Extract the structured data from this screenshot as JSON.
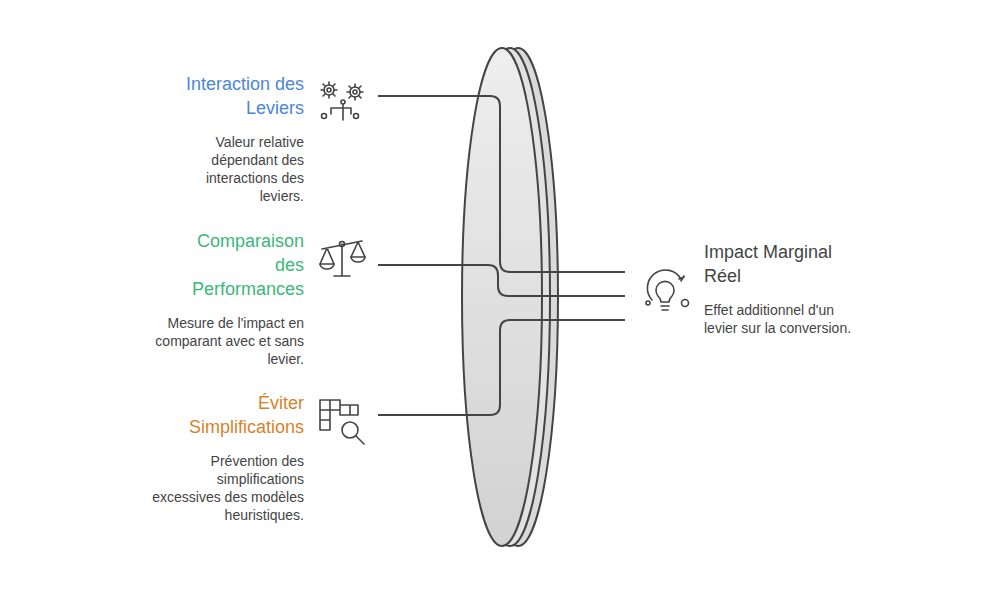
{
  "diagram": {
    "nodes": [
      {
        "text": [
          "Interaction des Leviers",
          "Valeur relative dépendant des interactions des leviers."
        ]
      },
      {
        "text": [
          "Comparaison des Performances",
          "Mesure de l'impact en comparant avec et sans levier."
        ]
      },
      {
        "text": [
          "Éviter Simplifications",
          "Prévention des simplifications excessives des modèles heuristiques."
        ]
      },
      {
        "text": [
          "Impact Marginal Réel",
          "Effet additionnel d'un levier sur la conversion."
        ]
      }
    ],
    "edges": [
      {
        "from": 0,
        "to": 3,
        "arrow": "none"
      },
      {
        "from": 1,
        "to": 3,
        "arrow": "none"
      },
      {
        "from": 2,
        "to": 3,
        "arrow": "none"
      }
    ]
  }
}
